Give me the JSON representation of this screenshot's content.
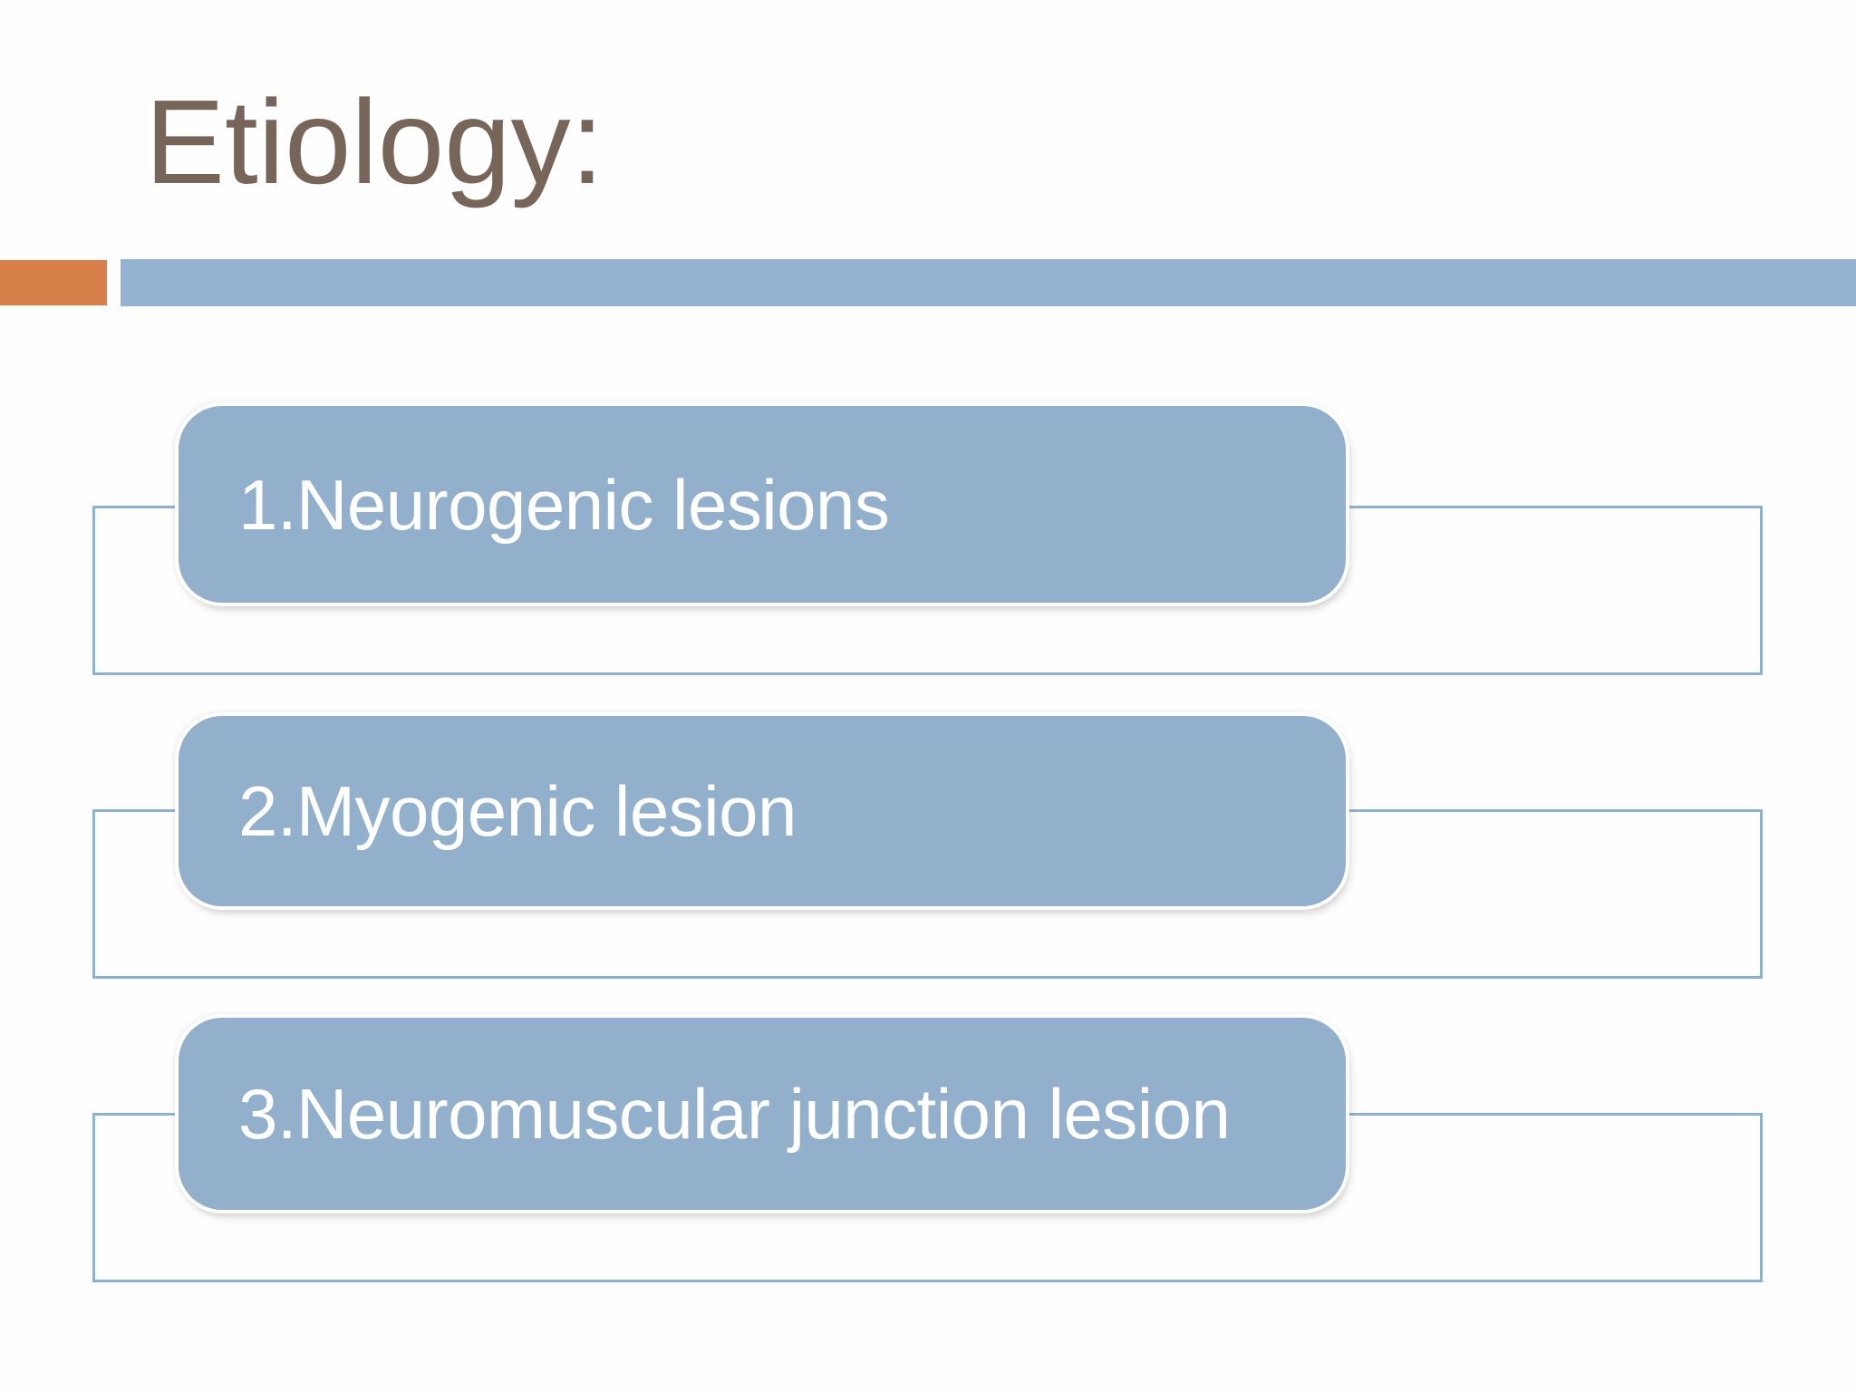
{
  "slide": {
    "title": "Etiology:",
    "items": [
      {
        "label": "1.Neurogenic lesions"
      },
      {
        "label": "2.Myogenic lesion"
      },
      {
        "label": "3.Neuromuscular junction lesion"
      }
    ]
  },
  "colors": {
    "title": "#77655a",
    "accent_orange": "#d88049",
    "accent_blue": "#95b3d1",
    "box_fill": "#92afcc",
    "outline_blue": "#8fb0ce",
    "box_text": "#ffffff"
  }
}
